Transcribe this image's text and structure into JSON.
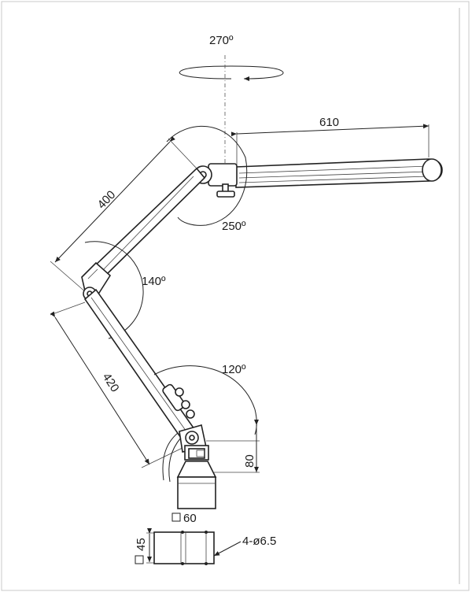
{
  "dimensions": {
    "rotation": "270º",
    "shade_length": "610",
    "upper_arm_length": "400",
    "head_angle": "250º",
    "elbow_angle": "140º",
    "lower_arm_length": "420",
    "base_angle": "120º",
    "base_height": "80",
    "base_square": "60",
    "plate_square": "45",
    "holes": "4-ø6.5"
  }
}
